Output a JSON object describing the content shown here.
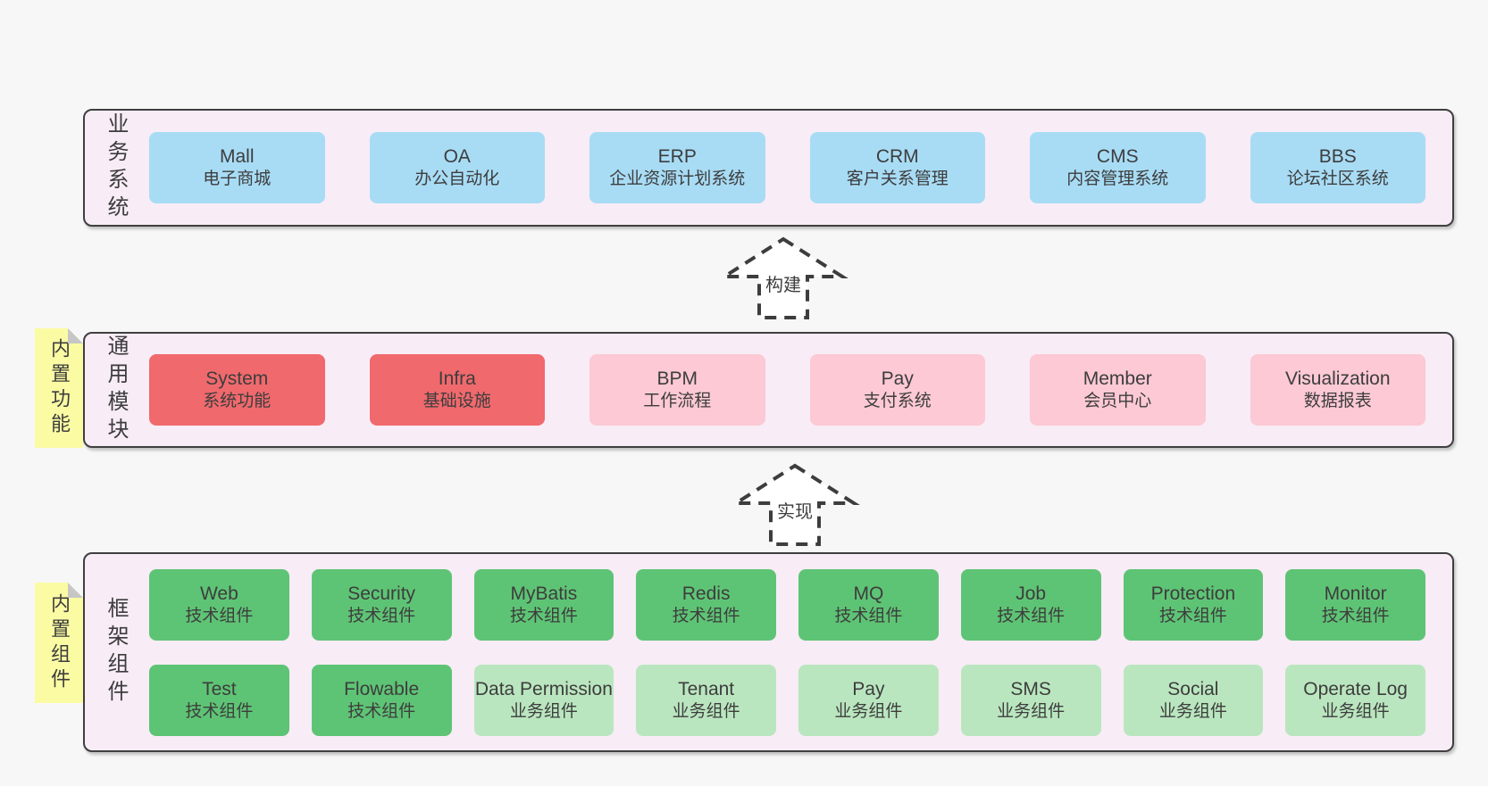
{
  "colors": {
    "page_bg": "#f7f7f7",
    "band_bg": "#f8ecf6",
    "band_border": "#3f3f3f",
    "blue": "#a8dcf5",
    "red": "#f0696d",
    "pink": "#fcc9d4",
    "green": "#5ec475",
    "lightgreen": "#bae6bf",
    "yellow": "#fbfba4",
    "fold_gray": "#c6c6c6",
    "text": "#3d3d3d"
  },
  "arrows": {
    "build": "构建",
    "implement": "实现"
  },
  "bands": {
    "business": {
      "label": "业务系统",
      "boxes": [
        {
          "title": "Mall",
          "subtitle": "电子商城"
        },
        {
          "title": "OA",
          "subtitle": "办公自动化"
        },
        {
          "title": "ERP",
          "subtitle": "企业资源计划系统"
        },
        {
          "title": "CRM",
          "subtitle": "客户关系管理"
        },
        {
          "title": "CMS",
          "subtitle": "内容管理系统"
        },
        {
          "title": "BBS",
          "subtitle": "论坛社区系统"
        }
      ]
    },
    "modules": {
      "label": "通用模块",
      "note": "内置功能",
      "boxes": [
        {
          "title": "System",
          "subtitle": "系统功能",
          "variant": "red"
        },
        {
          "title": "Infra",
          "subtitle": "基础设施",
          "variant": "red"
        },
        {
          "title": "BPM",
          "subtitle": "工作流程",
          "variant": "pink"
        },
        {
          "title": "Pay",
          "subtitle": "支付系统",
          "variant": "pink"
        },
        {
          "title": "Member",
          "subtitle": "会员中心",
          "variant": "pink"
        },
        {
          "title": "Visualization",
          "subtitle": "数据报表",
          "variant": "pink"
        }
      ]
    },
    "framework": {
      "label": "框架组件",
      "note": "内置组件",
      "rows": [
        [
          {
            "title": "Web",
            "subtitle": "技术组件",
            "variant": "green"
          },
          {
            "title": "Security",
            "subtitle": "技术组件",
            "variant": "green"
          },
          {
            "title": "MyBatis",
            "subtitle": "技术组件",
            "variant": "green"
          },
          {
            "title": "Redis",
            "subtitle": "技术组件",
            "variant": "green"
          },
          {
            "title": "MQ",
            "subtitle": "技术组件",
            "variant": "green"
          },
          {
            "title": "Job",
            "subtitle": "技术组件",
            "variant": "green"
          },
          {
            "title": "Protection",
            "subtitle": "技术组件",
            "variant": "green"
          },
          {
            "title": "Monitor",
            "subtitle": "技术组件",
            "variant": "green"
          }
        ],
        [
          {
            "title": "Test",
            "subtitle": "技术组件",
            "variant": "green"
          },
          {
            "title": "Flowable",
            "subtitle": "技术组件",
            "variant": "green"
          },
          {
            "title": "Data Permission",
            "subtitle": "业务组件",
            "variant": "lightgreen"
          },
          {
            "title": "Tenant",
            "subtitle": "业务组件",
            "variant": "lightgreen"
          },
          {
            "title": "Pay",
            "subtitle": "业务组件",
            "variant": "lightgreen"
          },
          {
            "title": "SMS",
            "subtitle": "业务组件",
            "variant": "lightgreen"
          },
          {
            "title": "Social",
            "subtitle": "业务组件",
            "variant": "lightgreen"
          },
          {
            "title": "Operate Log",
            "subtitle": "业务组件",
            "variant": "lightgreen"
          }
        ]
      ]
    }
  }
}
